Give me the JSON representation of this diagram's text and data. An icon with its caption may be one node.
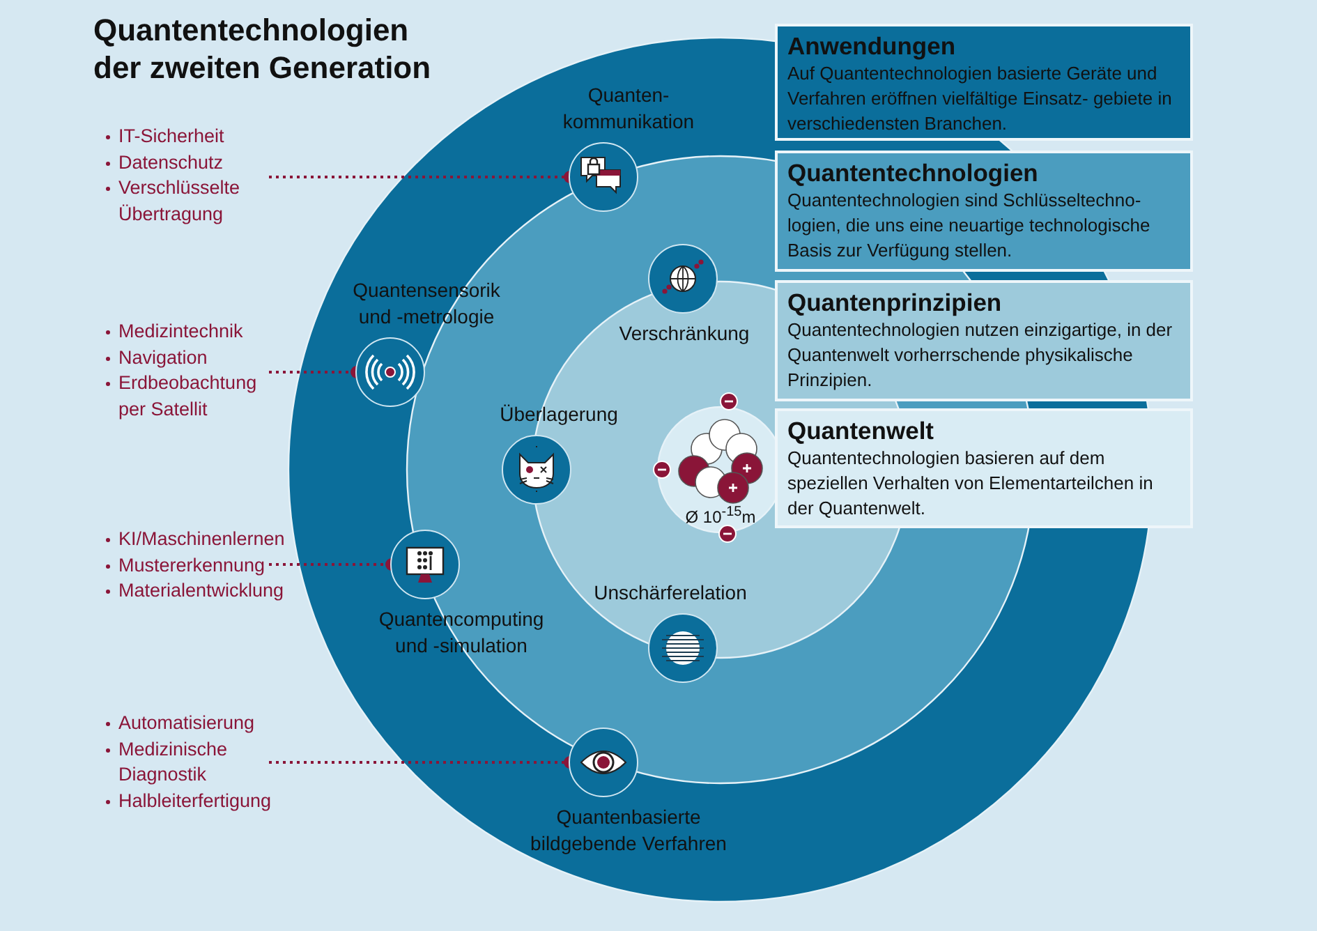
{
  "diagram": {
    "title": "Quantentechnologien der zweiten Generation",
    "nodes": [
      {
        "text": [
          "IT-Sicherheit",
          "Datenschutz",
          "Verschlüsselte Übertragung"
        ]
      },
      {
        "text": [
          "Quanten- kommunikation"
        ]
      },
      {
        "text": [
          "Medizintechnik",
          "Navigation",
          "Erdbeobachtung per Satellit"
        ]
      },
      {
        "text": [
          "Quantensensorik und -metrologie"
        ]
      },
      {
        "text": [
          "Verschränkung"
        ]
      },
      {
        "text": [
          "Überlagerung"
        ]
      },
      {
        "text": [
          "KI/Maschinenlernen",
          "Mustererkennung",
          "Materialentwicklung"
        ]
      },
      {
        "text": [
          "Quantencomputing und -simulation"
        ]
      },
      {
        "text": [
          "Unschärferelation"
        ]
      },
      {
        "text": [
          "Automatisierung",
          "Medizinische Diagnostik",
          "Halbleiterfertigung"
        ]
      },
      {
        "text": [
          "Quantenbasierte bildgebende Verfahren"
        ]
      },
      {
        "text": [
          "Anwendungen",
          "Auf Quantentechnologien basierte Geräte und Verfahren eröffnen vielfältige Einsatz- gebiete in verschiedensten Branchen."
        ]
      },
      {
        "text": [
          "Quantentechnologien",
          "Quantentechnologien sind Schlüsseltechno- logien, die uns eine neuartige technologische Basis zur Verfügung stellen."
        ]
      },
      {
        "text": [
          "Quantenprinzipien",
          "Quantentechnologien nutzen einzigartige, in der Quantenwelt vorherrschende physikalische Prinzipien."
        ]
      },
      {
        "text": [
          "Quantenwelt",
          "Quantentechnologien basieren auf dem speziellen Verhalten von Elementarteilchen in der Quantenwelt."
        ]
      }
    ],
    "edges": [
      {
        "from": 0,
        "to": 1,
        "arrow": "other",
        "style": "dashed"
      },
      {
        "from": 2,
        "to": 3,
        "arrow": "other",
        "style": "dashed"
      },
      {
        "from": 6,
        "to": 7,
        "arrow": "other",
        "style": "dashed"
      },
      {
        "from": 9,
        "to": 10,
        "arrow": "other",
        "style": "dashed"
      }
    ],
    "labels": [
      "Ø 10$^{-15}$m"
    ]
  }
}
